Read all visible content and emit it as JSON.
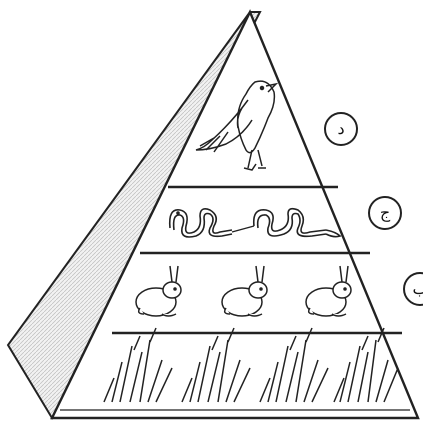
{
  "levels": [
    {
      "id": "d",
      "label": "د",
      "depicts": "hawk"
    },
    {
      "id": "c",
      "label": "ج",
      "depicts": "snakes"
    },
    {
      "id": "b",
      "label": "ب",
      "depicts": "rabbits"
    },
    {
      "id": "a",
      "label": "",
      "depicts": "grass"
    }
  ]
}
